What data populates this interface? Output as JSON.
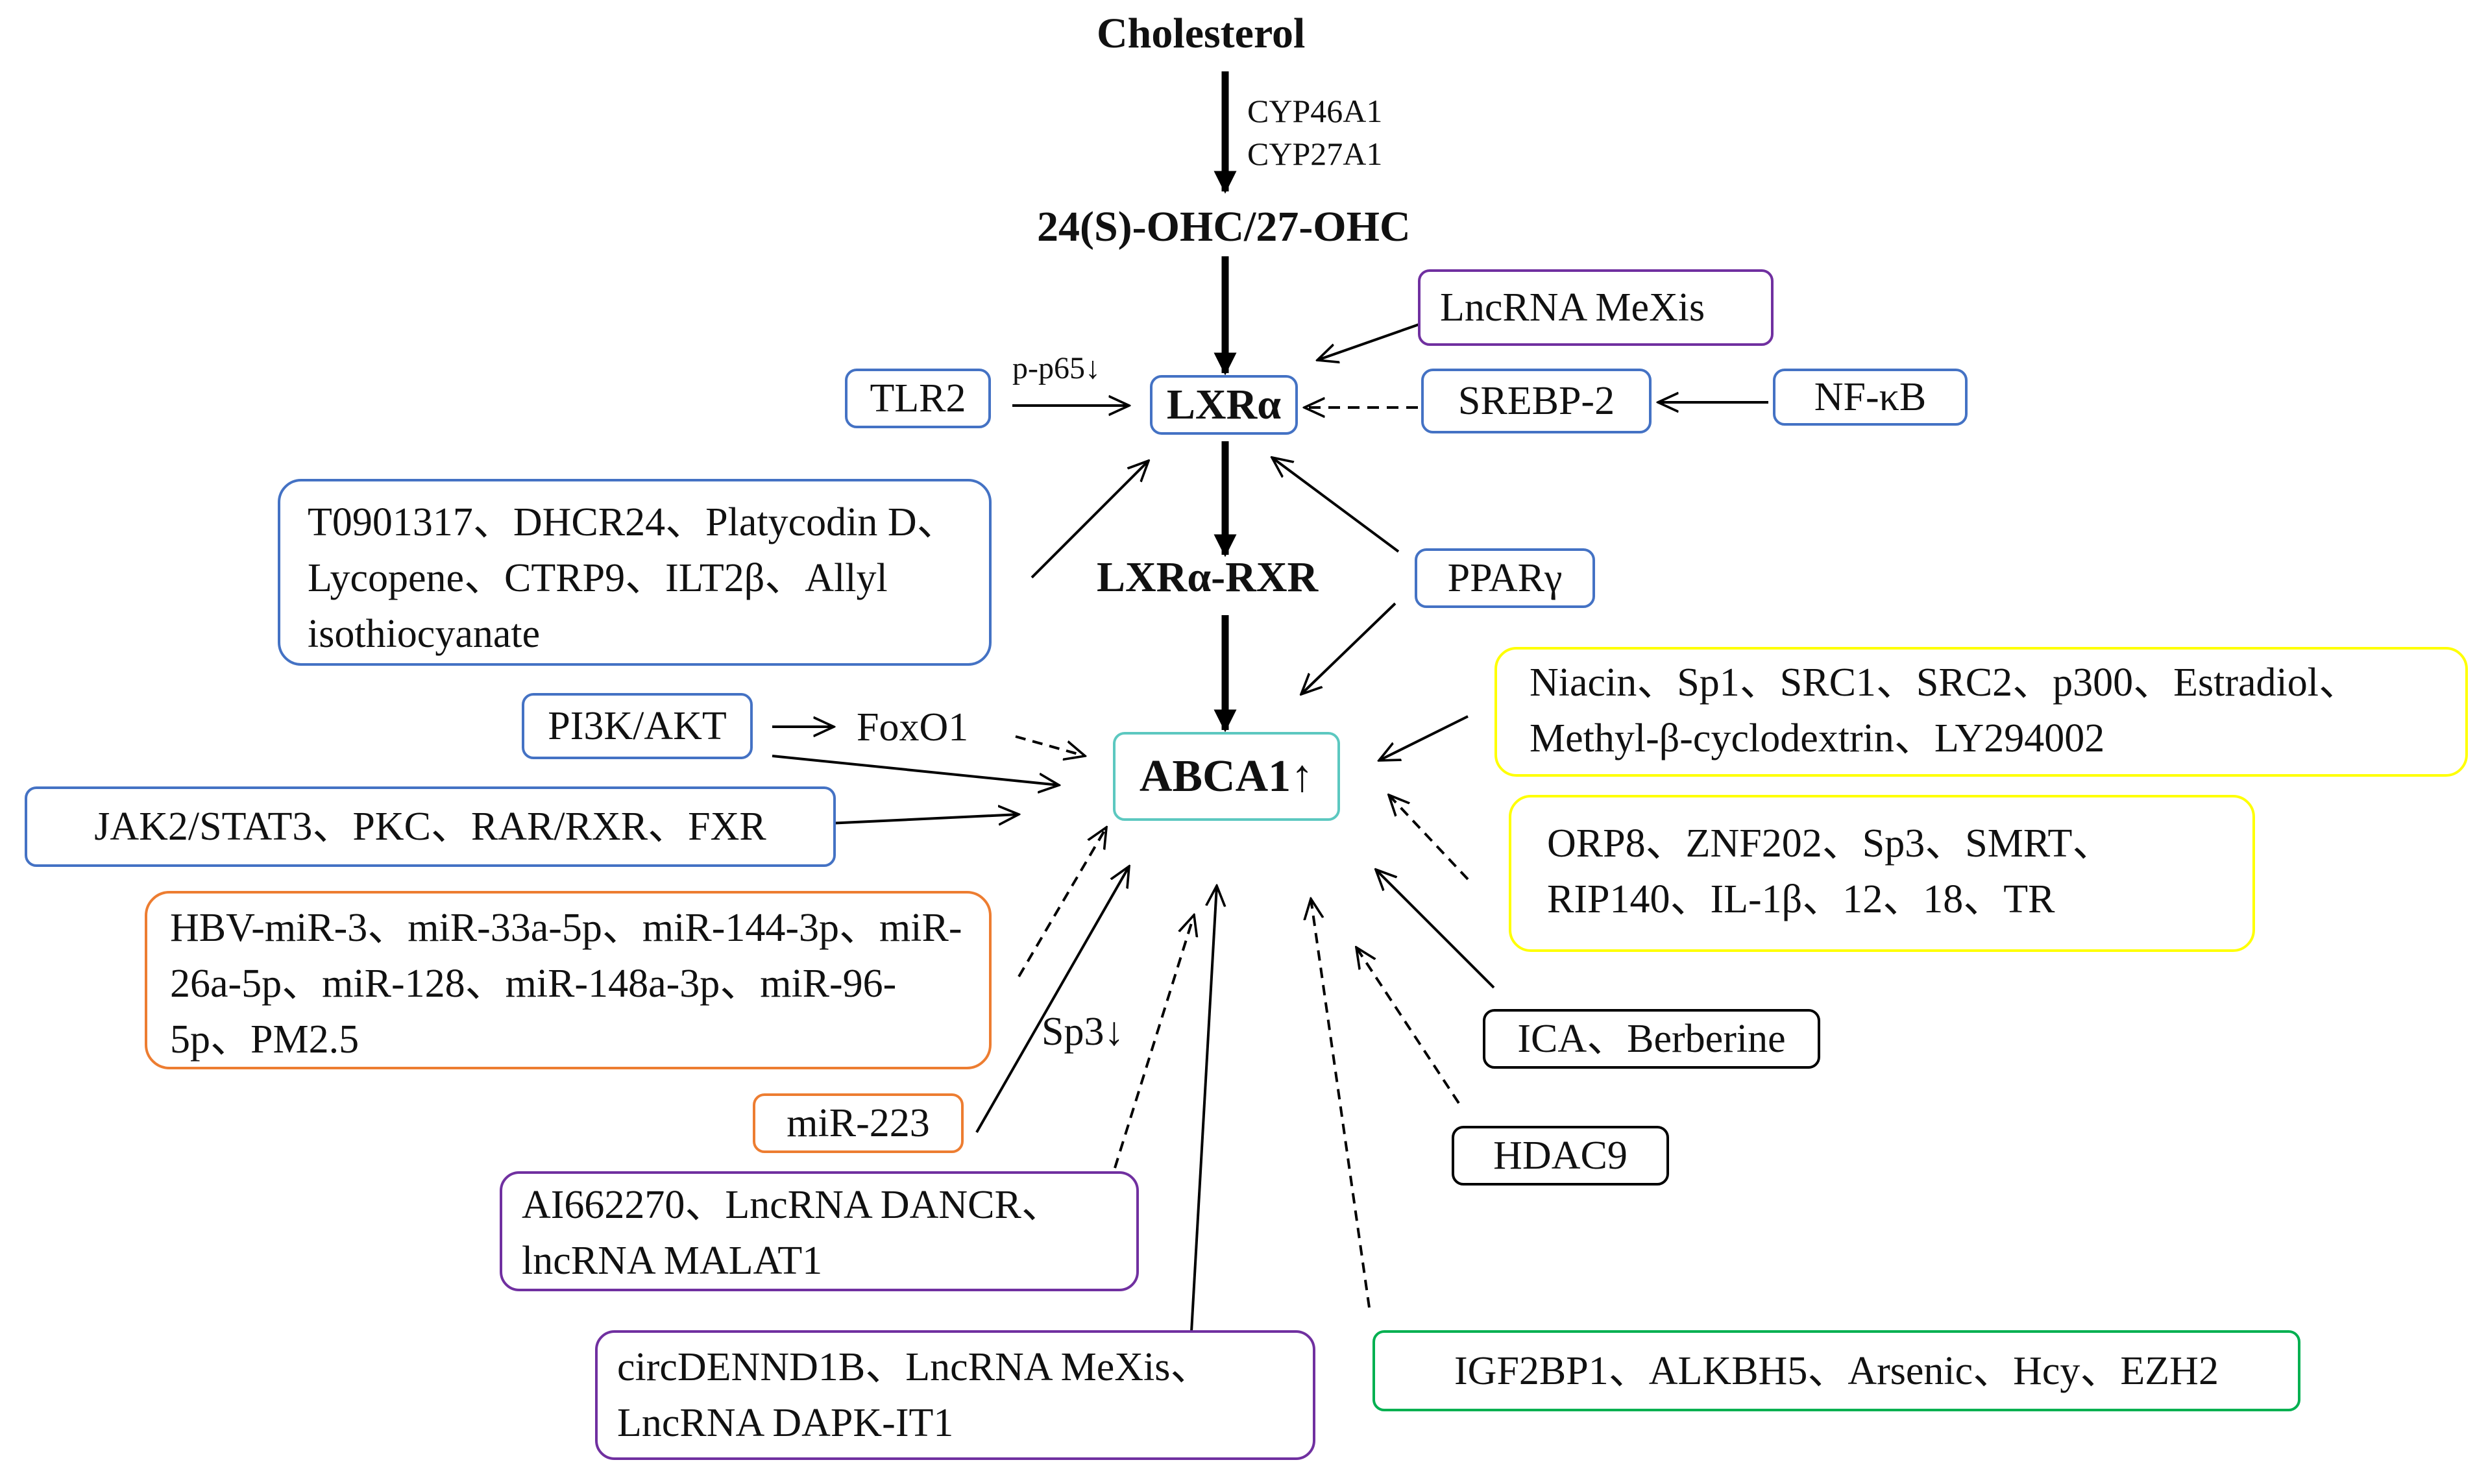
{
  "core": {
    "cholesterol": "Cholesterol",
    "enzyme_1": "CYP46A1",
    "enzyme_2": "CYP27A1",
    "oxysterols": "24(S)-OHC/27-OHC",
    "lxr": "LXRα",
    "lxr_rxr": "LXRα-RXR",
    "abca1": "ABCA1↑"
  },
  "annotations": {
    "p_p65": "p-p65↓",
    "foxo1": "FoxO1",
    "sp3": "Sp3↓"
  },
  "nodes": {
    "lncrna_mexis_top": "LncRNA MeXis",
    "tlr2": "TLR2",
    "srebp2": "SREBP-2",
    "nfkb": "NF-κB",
    "t0901317_group": "T0901317、DHCR24、Platycodin D、Lycopene、CTRP9、ILT2β、Allyl isothiocyanate",
    "ppar_gamma": "PPARγ",
    "pi3k_akt": "PI3K/AKT",
    "jak2_group": "JAK2/STAT3、PKC、RAR/RXR、FXR",
    "niacin_group": "Niacin、Sp1、SRC1、SRC2、p300、Estradiol、Methyl-β-cyclodextrin、LY294002",
    "orp8_group": "ORP8、ZNF202、Sp3、SMRT、RIP140、IL-1β、12、18、TR",
    "mirna_group": "HBV-miR-3、miR-33a-5p、miR-144-3p、miR-26a-5p、miR-128、miR-148a-3p、miR-96-5p、PM2.5",
    "mir223": "miR-223",
    "ica_group": "ICA、Berberine",
    "hdac9": "HDAC9",
    "ai662270_group": "AI662270、LncRNA DANCR、lncRNA MALAT1",
    "circdennd_group": "circDENND1B、LncRNA MeXis、LncRNA DAPK-IT1",
    "igf2bp1_group": "IGF2BP1、ALKBH5、Arsenic、Hcy、EZH2"
  },
  "colors": {
    "blue": "#4472c4",
    "purple": "#7030a0",
    "orange": "#ed7d31",
    "yellow": "#ffff00",
    "green": "#00b050",
    "teal": "#5cc8c0",
    "black": "#000000"
  }
}
